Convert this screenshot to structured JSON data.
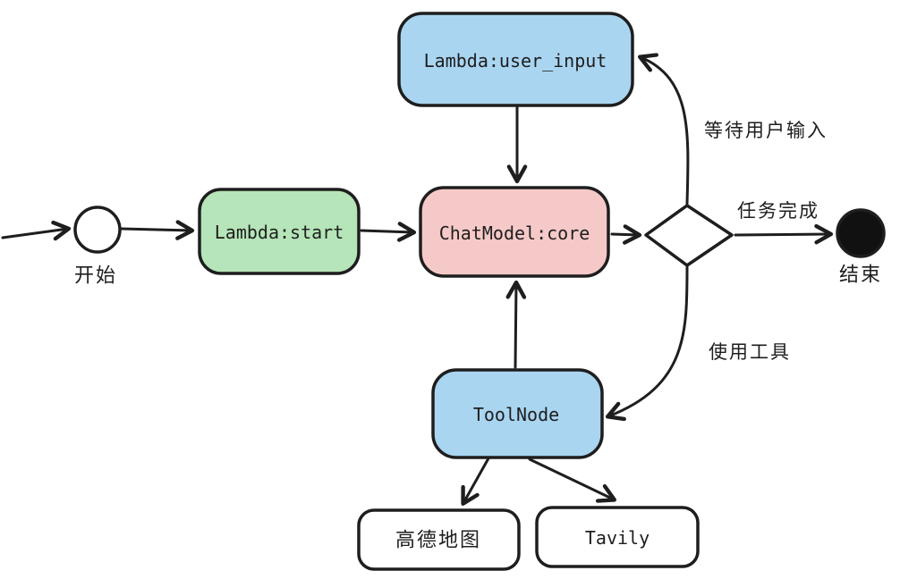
{
  "diagram": {
    "nodes": {
      "start": {
        "label": "开始"
      },
      "end": {
        "label": "结束"
      },
      "lambda_start": {
        "label": "Lambda:start"
      },
      "lambda_user_input": {
        "label": "Lambda:user_input"
      },
      "chat_model_core": {
        "label": "ChatModel:core"
      },
      "tool_node": {
        "label": "ToolNode"
      },
      "gaode_map": {
        "label": "高德地图"
      },
      "tavily": {
        "label": "Tavily"
      }
    },
    "edge_labels": {
      "task_done": "任务完成",
      "wait_user_input": "等待用户输入",
      "use_tools": "使用工具"
    },
    "colors": {
      "blue": "#a9d5f1",
      "green": "#b5e5b8",
      "pink": "#f6c9c9",
      "white": "#ffffff",
      "stroke": "#1e1e1e",
      "end_fill": "#111111"
    }
  }
}
